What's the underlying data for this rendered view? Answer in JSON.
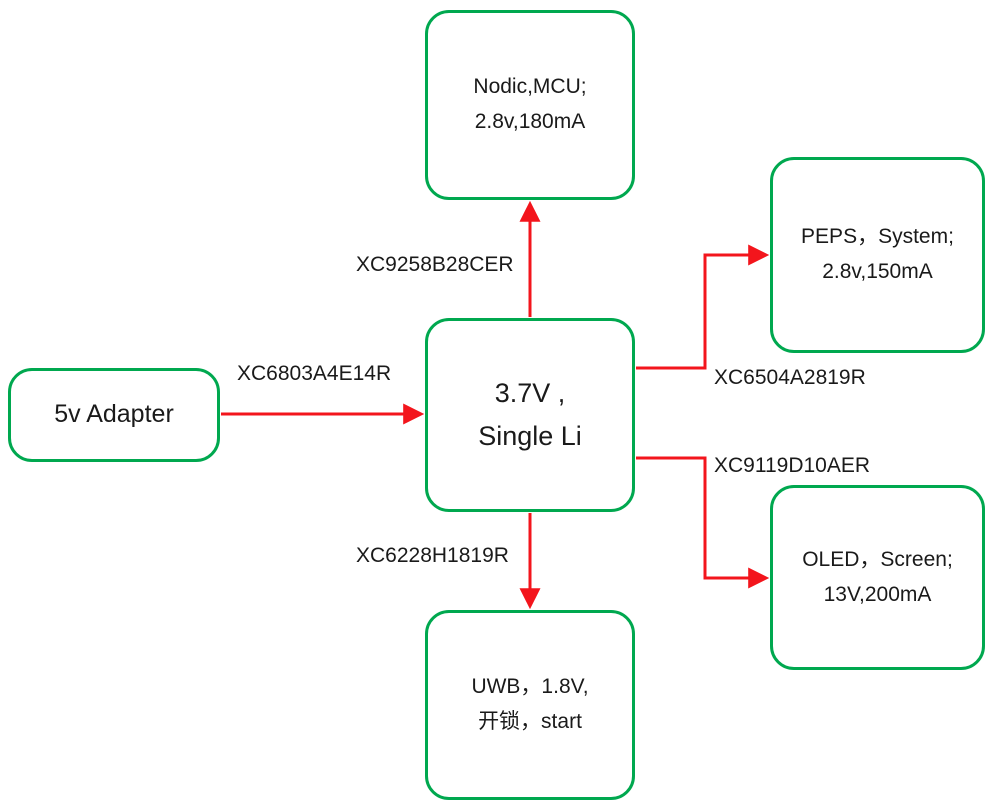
{
  "colors": {
    "box_border": "#00a84f",
    "arrow": "#f3151c",
    "text": "#1a1a1a"
  },
  "nodes": {
    "adapter": {
      "label": "5v Adapter"
    },
    "battery": {
      "label": "3.7V ,\nSingle Li"
    },
    "mcu": {
      "label": "Nodic,MCU;\n2.8v,180mA"
    },
    "peps": {
      "label": "PEPS，System;\n2.8v,150mA"
    },
    "oled": {
      "label": "OLED，Screen;\n13V,200mA"
    },
    "uwb": {
      "label": "UWB，1.8V,\n开锁，start"
    }
  },
  "edges": {
    "adapter_to_battery": {
      "label": "XC6803A4E14R"
    },
    "battery_to_mcu": {
      "label": "XC9258B28CER"
    },
    "battery_to_peps": {
      "label": "XC6504A2819R"
    },
    "battery_to_oled": {
      "label": "XC9119D10AER"
    },
    "battery_to_uwb": {
      "label": "XC6228H1819R"
    }
  }
}
